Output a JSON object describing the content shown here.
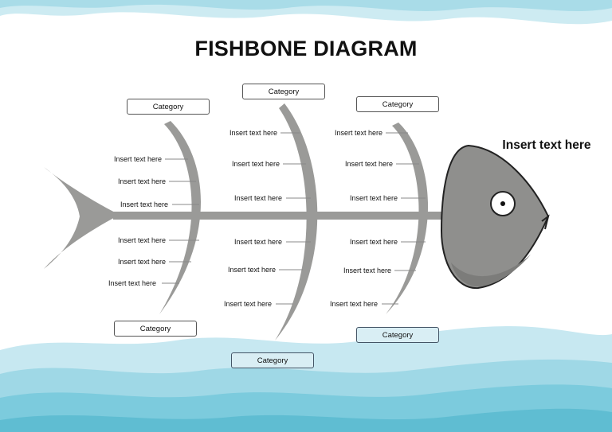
{
  "title": "FISHBONE DIAGRAM",
  "head_text": "Insert text here",
  "categories": {
    "top": [
      "Category",
      "Category",
      "Category"
    ],
    "bottom": [
      "Category",
      "Category",
      "Category"
    ]
  },
  "causes": {
    "top_left": [
      "Insert text here",
      "Insert text here",
      "Insert text here"
    ],
    "bottom_left": [
      "Insert text here",
      "Insert text here",
      "Insert text here"
    ],
    "top_middle": [
      "Insert text here",
      "Insert text here",
      "Insert text here"
    ],
    "bottom_middle": [
      "Insert text here",
      "Insert text here",
      "Insert text here"
    ],
    "top_right": [
      "Insert text here",
      "Insert text here",
      "Insert text here"
    ],
    "bottom_right": [
      "Insert text here",
      "Insert text here",
      "Insert text here"
    ]
  },
  "colors": {
    "bone": "#9a9a98",
    "fish_head": "#8f8f8d",
    "wave_light": "#bfe4ee",
    "wave_mid": "#8fd0e0",
    "wave_dark": "#62bfd4",
    "box_border": "#555555"
  }
}
